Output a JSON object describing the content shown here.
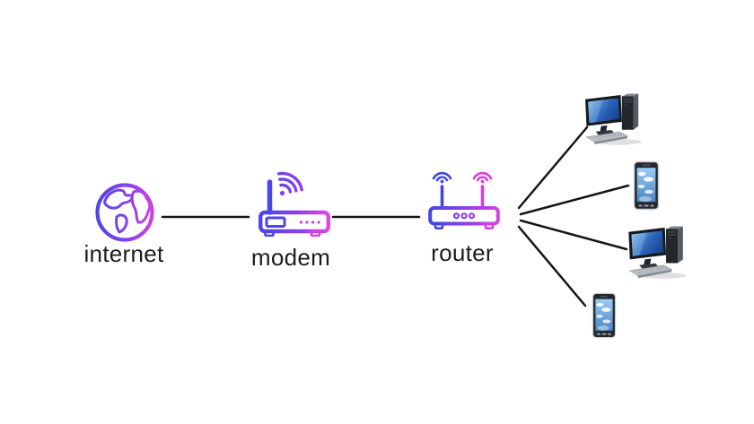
{
  "title": "internet-modem-router network diagram",
  "background": "#ffffff",
  "colors": {
    "gradient_blue": "#4a46e6",
    "gradient_purple": "#8a3fea",
    "gradient_magenta": "#d643de",
    "connector_line": "#161616",
    "label_text": "#1d1d1d",
    "device_screen_blue": "#2a62b8"
  },
  "nodes": {
    "internet": {
      "label": "internet",
      "icon": "globe-icon"
    },
    "modem": {
      "label": "modem",
      "icon": "modem-icon"
    },
    "router": {
      "label": "router",
      "icon": "router-icon"
    }
  },
  "devices": [
    {
      "type": "desktop-computer",
      "icon": "desktop-computer-icon"
    },
    {
      "type": "smartphone",
      "icon": "smartphone-icon"
    },
    {
      "type": "desktop-computer",
      "icon": "desktop-computer-icon"
    },
    {
      "type": "smartphone",
      "icon": "smartphone-icon"
    }
  ],
  "connections": [
    {
      "from": "internet",
      "to": "modem"
    },
    {
      "from": "modem",
      "to": "router"
    },
    {
      "from": "router",
      "to": "device-1"
    },
    {
      "from": "router",
      "to": "device-2"
    },
    {
      "from": "router",
      "to": "device-3"
    },
    {
      "from": "router",
      "to": "device-4"
    }
  ]
}
